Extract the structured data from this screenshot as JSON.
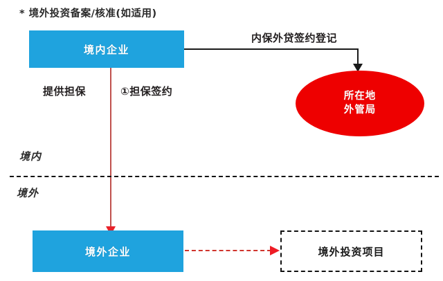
{
  "diagram": {
    "title_note": "* 境外投资备案/核准(如适用)",
    "nodes": {
      "domestic_enterprise": "境内企业",
      "overseas_enterprise": "境外企业",
      "safe_bureau_line1": "所在地",
      "safe_bureau_line2": "外管局",
      "overseas_project": "境外投资项目"
    },
    "edge_labels": {
      "registration": "内保外贷签约登记",
      "provide_guarantee": "提供担保",
      "guarantee_signing": "①担保签约"
    },
    "region_labels": {
      "onshore": "境内",
      "offshore": "境外"
    },
    "colors": {
      "box_blue": "#1FA3DE",
      "ellipse_red": "#EE0000",
      "arrow_red": "#E8222A",
      "guarantee_line": "#C0504D",
      "connector_black": "#1A1A1A",
      "text_dark": "#231F20",
      "text_white": "#FFFFFF",
      "background": "#FFFFFF"
    }
  }
}
